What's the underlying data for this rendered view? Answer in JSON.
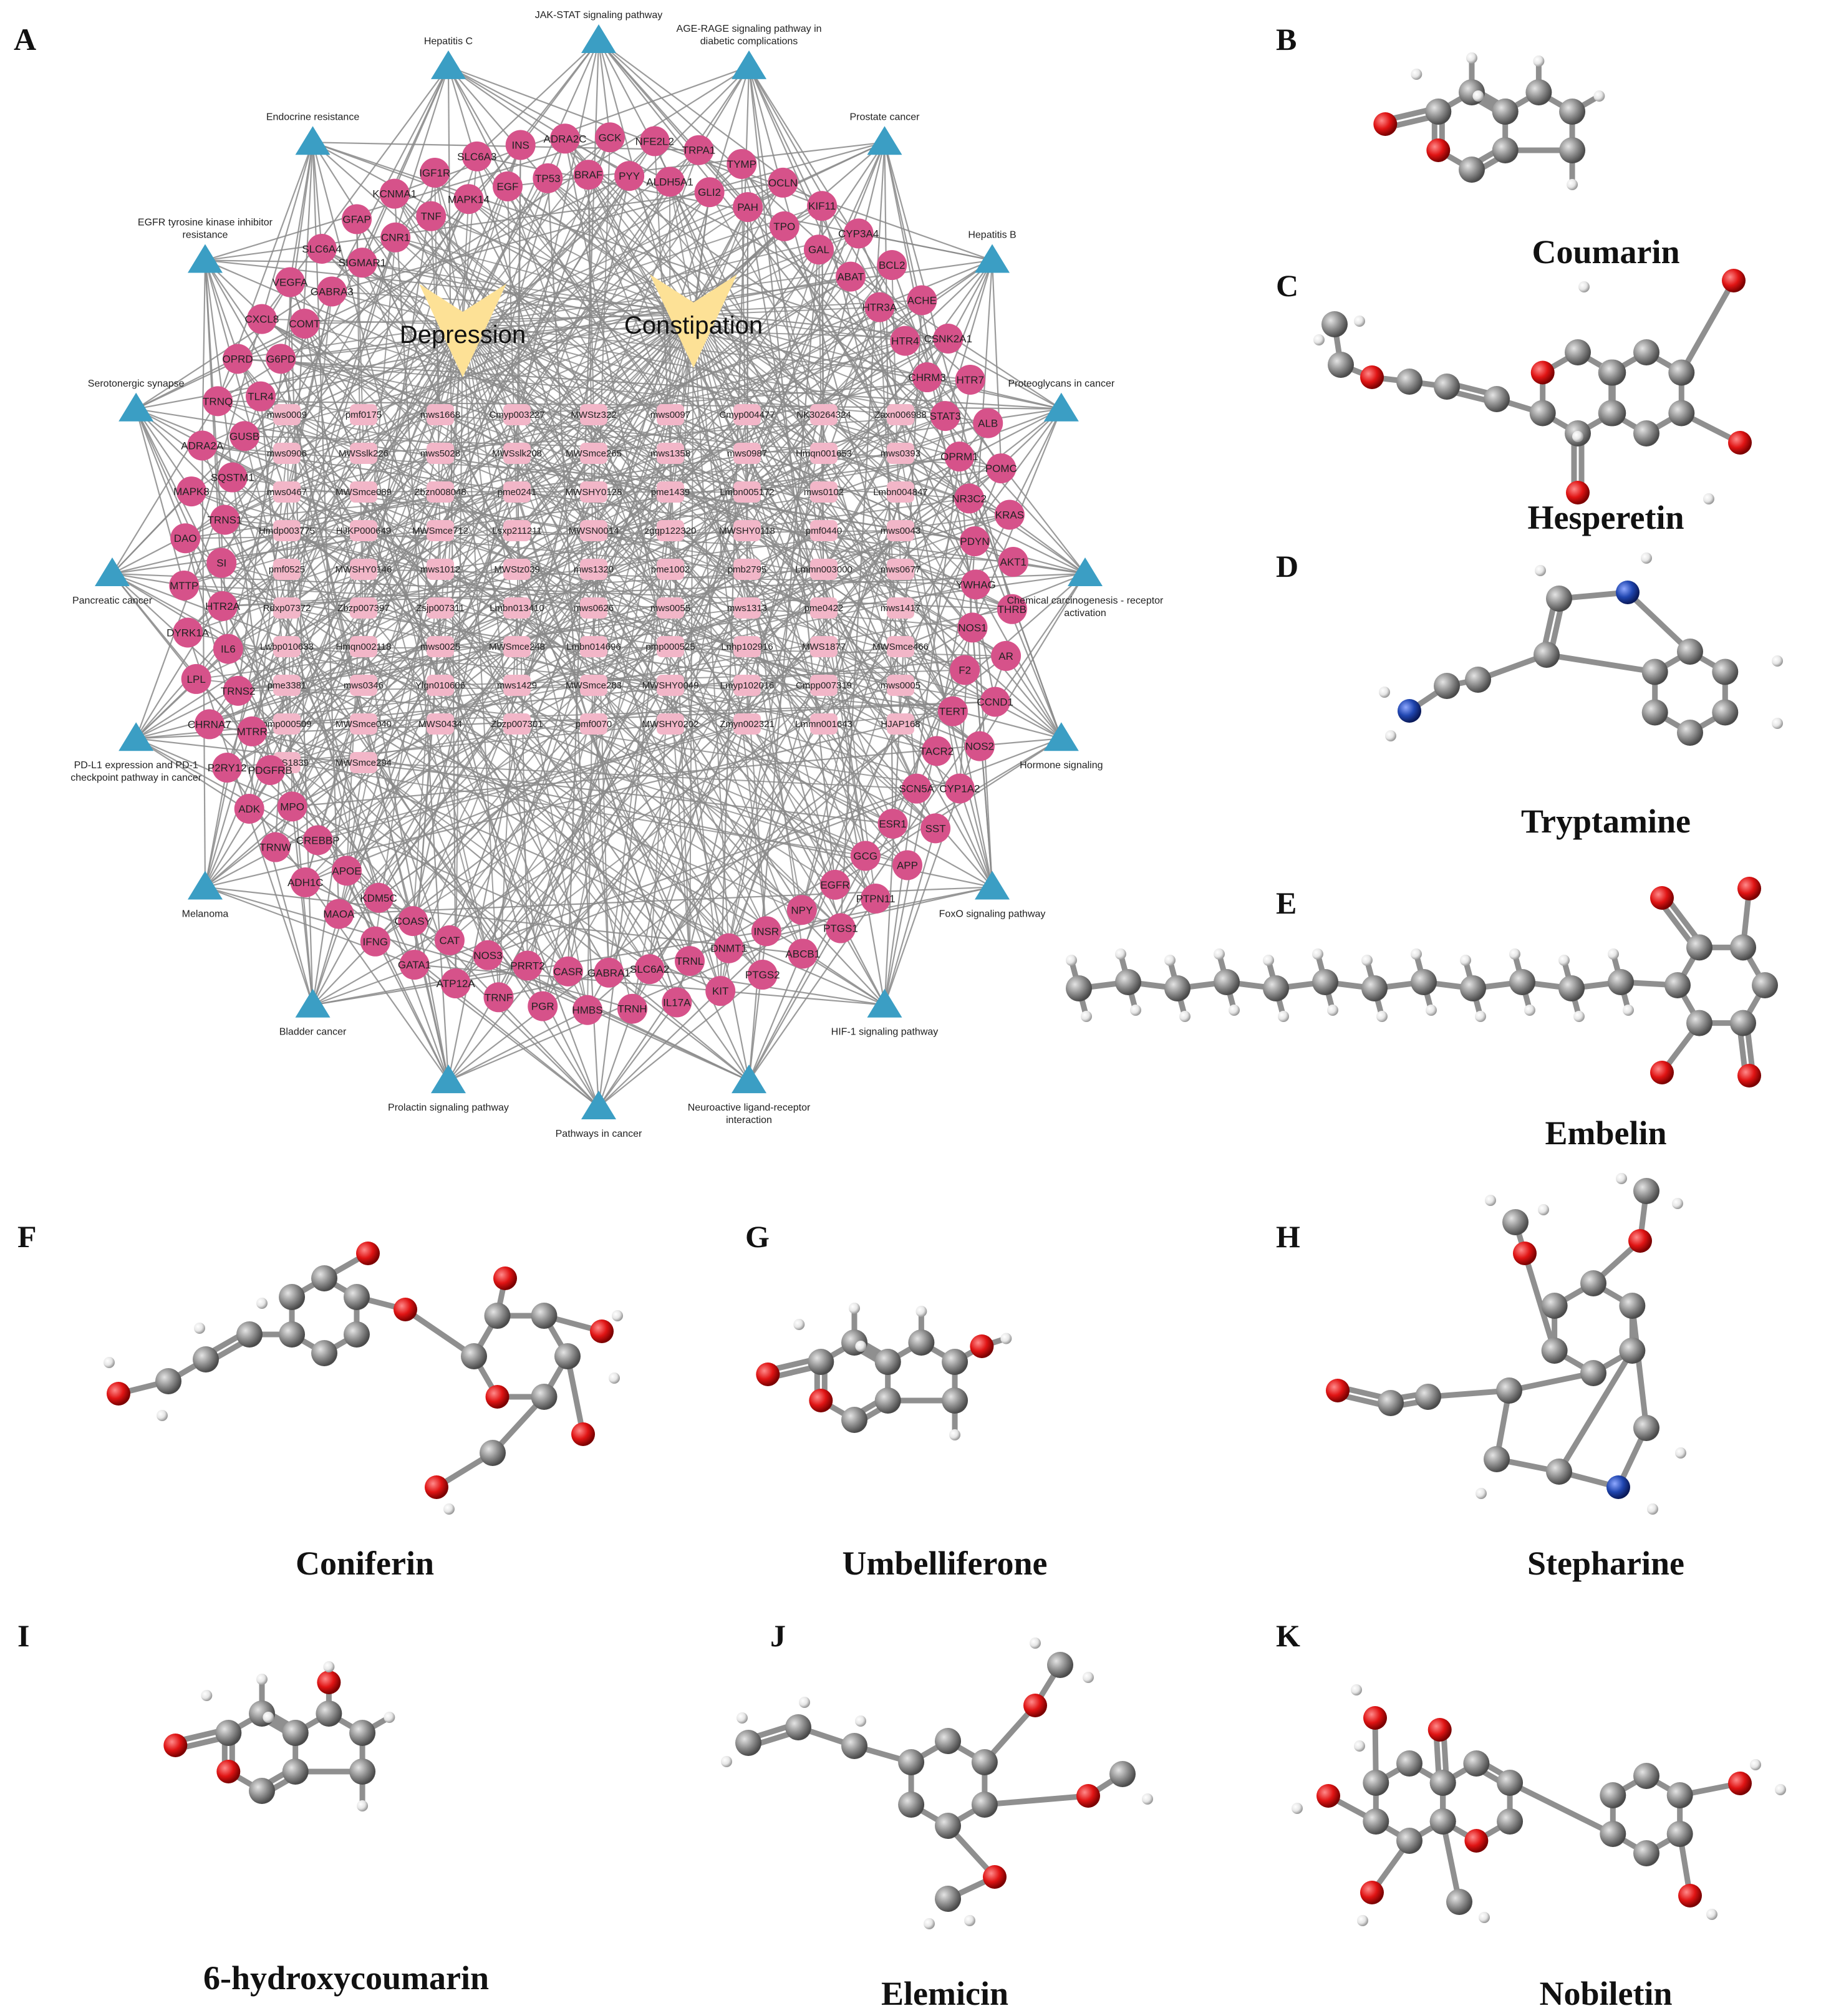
{
  "panel_labels": [
    "A",
    "B",
    "C",
    "D",
    "E",
    "F",
    "G",
    "H",
    "I",
    "J",
    "K"
  ],
  "diseases": [
    "Depression",
    "Constipation"
  ],
  "pathways": [
    {
      "label": "JAK-STAT signaling pathway"
    },
    {
      "label": "AGE-RAGE signaling pathway in",
      "label2": "diabetic complications"
    },
    {
      "label": "Prostate cancer"
    },
    {
      "label": "Hepatitis B"
    },
    {
      "label": "Proteoglycans in cancer"
    },
    {
      "label": "Chemical carcinogenesis - receptor",
      "label2": "activation"
    },
    {
      "label": "Hormone signaling"
    },
    {
      "label": "FoxO signaling pathway"
    },
    {
      "label": "HIF-1 signaling pathway"
    },
    {
      "label": "Neuroactive ligand-receptor",
      "label2": "interaction"
    },
    {
      "label": "Pathways in cancer"
    },
    {
      "label": "Prolactin signaling pathway"
    },
    {
      "label": "Bladder cancer"
    },
    {
      "label": "Melanoma"
    },
    {
      "label": "PD-L1 expression and PD-1",
      "label2": "checkpoint pathway in cancer"
    },
    {
      "label": "Pancreatic cancer"
    },
    {
      "label": "Serotonergic synapse"
    },
    {
      "label": "EGFR tyrosine kinase inhibitor",
      "label2": "resistance"
    },
    {
      "label": "Endocrine resistance"
    },
    {
      "label": "Hepatitis C"
    }
  ],
  "genes": [
    "GCK",
    "PYY",
    "NFE2L2",
    "ALDH5A1",
    "TRPA1",
    "GLI2",
    "TYMP",
    "PAH",
    "OCLN",
    "TPO",
    "KIF11",
    "GAL",
    "CYP3A4",
    "ABAT",
    "BCL2",
    "HTR3A",
    "ACHE",
    "HTR4",
    "CSNK2A1",
    "CHRM3",
    "HTR7",
    "STAT3",
    "ALB",
    "OPRM1",
    "POMC",
    "NR3C2",
    "KRAS",
    "PDYN",
    "AKT1",
    "YWHAG",
    "THRB",
    "NOS1",
    "AR",
    "F2",
    "CCND1",
    "TERT",
    "NOS2",
    "TACR2",
    "CYP1A2",
    "SCN5A",
    "SST",
    "ESR1",
    "APP",
    "GCG",
    "PTPN11",
    "EGFR",
    "PTGS1",
    "NPY",
    "ABCB1",
    "INSR",
    "PTGS2",
    "DNMT1",
    "KIT",
    "TRNL",
    "IL17A",
    "SLC6A2",
    "TRNH",
    "GABRA1",
    "HMBS",
    "CASR",
    "PGR",
    "PRRT2",
    "TRNF",
    "NOS3",
    "ATP12A",
    "CAT",
    "GATA1",
    "COASY",
    "IFNG",
    "KDM5C",
    "MAOA",
    "APOE",
    "ADH1C",
    "CREBBP",
    "TRNW",
    "MPO",
    "ADK",
    "PDGFRB",
    "P2RY12",
    "MTRR",
    "CHRNA7",
    "TRNS2",
    "LPL",
    "IL6",
    "DYRK1A",
    "HTR2A",
    "MTTP",
    "SI",
    "DAO",
    "TRNS1",
    "MAPK8",
    "SQSTM1",
    "ADRA2A",
    "GUSB",
    "TRNQ",
    "TLR4",
    "OPRD",
    "G6PD",
    "CXCL8",
    "COMT",
    "VEGFA",
    "GABRA3",
    "SLC6A4",
    "SIGMAR1",
    "GFAP",
    "CNR1",
    "KCNMA1",
    "TNF",
    "IGF1R",
    "MAPK14",
    "SLC6A3",
    "EGF",
    "INS",
    "TP53",
    "ADRA2C",
    "BRAF"
  ],
  "compounds": [
    [
      "mws0009",
      "pmf0175",
      "mws1668",
      "Cmyp003227",
      "MWStz322",
      "mws0097",
      "Cmyp004477",
      "NK30264324",
      "Zaxn006988"
    ],
    [
      "mws0906",
      "MWSslk226",
      "mws5028",
      "MWSslk208",
      "MWSmce265",
      "mws1358",
      "mws0987",
      "Hmqn001653",
      "mws0393"
    ],
    [
      "mws0467",
      "MWSmce089",
      "Zbzn008048",
      "pme0241",
      "MWSHY0128",
      "pme1439",
      "Lmbn005172",
      "mws0102",
      "Lmbn004847"
    ],
    [
      "Hmdp003775",
      "HJKP000649",
      "MWSmce712",
      "Lsxp211211",
      "MWSN0014",
      "zgqp122320",
      "MWSHY0118",
      "pmf0440",
      "mws0043"
    ],
    [
      "pmf0525",
      "MWSHY0146",
      "mws1012",
      "MWStz039",
      "mws1320",
      "pme1002",
      "pmb2795",
      "Lmmn003000",
      "mws0677"
    ],
    [
      "Rdxp07372",
      "Zbzp007397",
      "Zsjp007311",
      "Lmbn013410",
      "mws0626",
      "mws0055",
      "mws1313",
      "pme0422",
      "mws1417"
    ],
    [
      "Lwbp010633",
      "Hmqn002118",
      "mws0025",
      "MWSmce248",
      "Lmbn014696",
      "pmp000525",
      "Lnhp102916",
      "MWS1877",
      "MWSmce466"
    ],
    [
      "pme3381",
      "mws0346",
      "Ylgn010606",
      "mws1429",
      "MWSmce283",
      "MWSHY0049",
      "Lmyp102016",
      "Cmpp007319",
      "mws0005"
    ],
    [
      "pmp000509",
      "MWSmce040",
      "MWS0434",
      "Zbzp007301",
      "pmf0070",
      "MWSHY0202",
      "Zmyn002321",
      "Lmmn001643",
      "HJAP168"
    ],
    [
      "MWS1839",
      "MWSmce294"
    ]
  ],
  "molecules": {
    "B": "Coumarin",
    "C": "Hesperetin",
    "D": "Tryptamine",
    "E": "Embelin",
    "F": "Coniferin",
    "G": "Umbelliferone",
    "H": "Stepharine",
    "I": "6-hydroxycoumarin",
    "J": "Elemicin",
    "K": "Nobiletin"
  },
  "colors": {
    "pathway": "#3b9ec4",
    "gene": "#d6528a",
    "compound": "#f2b6c8",
    "disease": "#fde196",
    "edge": "#8a8a8a",
    "carbon": "#8e8e8e",
    "oxygen": "#e01414",
    "nitrogen": "#2046b0",
    "hydrogen": "#ededed"
  }
}
